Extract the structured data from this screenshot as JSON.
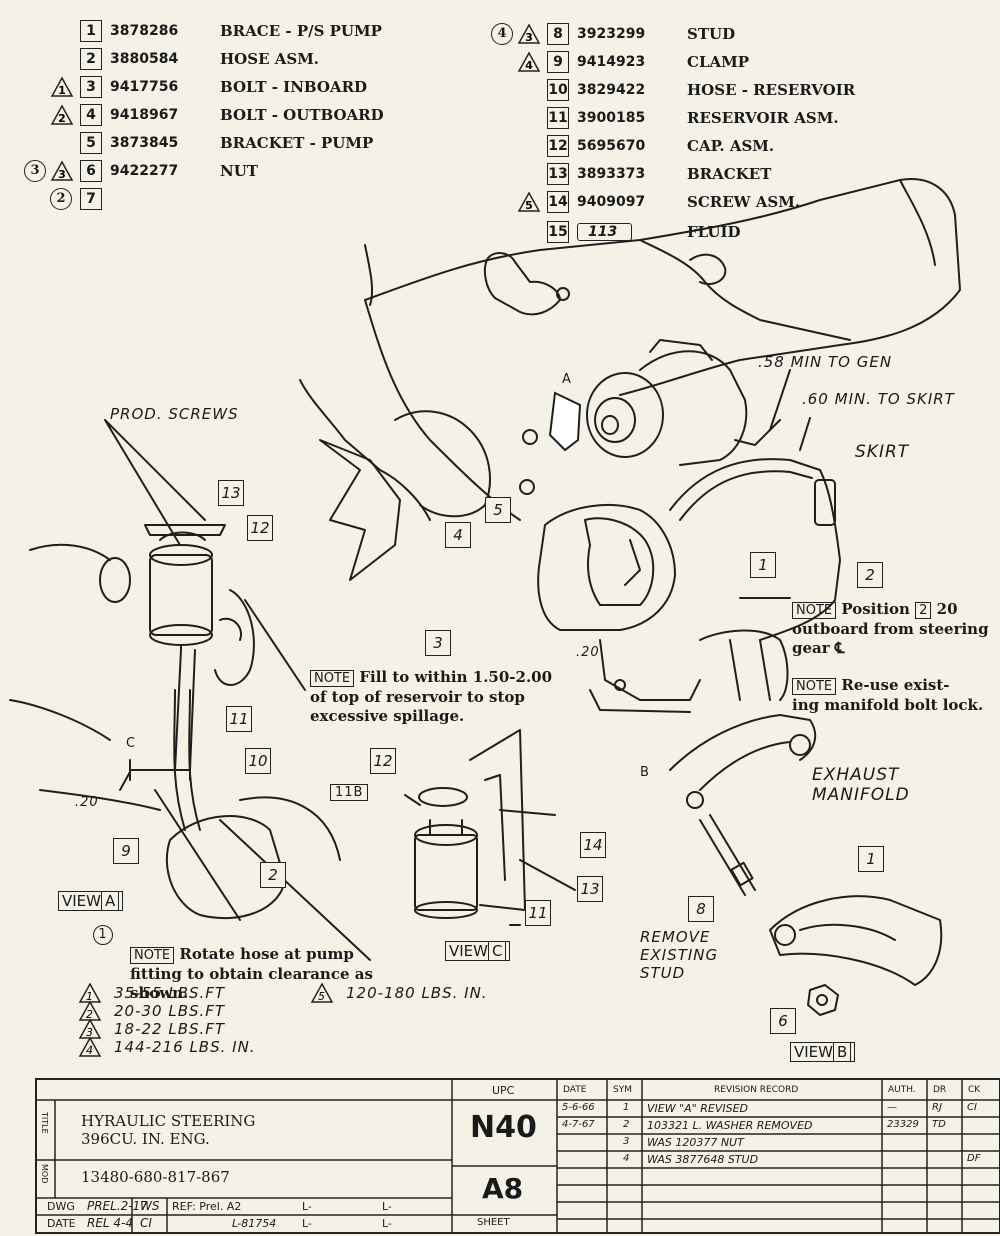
{
  "parts": [
    {
      "n": "1",
      "part": "3878286",
      "name": "BRACE - P/S PUMP",
      "marks": []
    },
    {
      "n": "2",
      "part": "3880584",
      "name": "HOSE ASM.",
      "marks": []
    },
    {
      "n": "3",
      "part": "9417756",
      "name": "BOLT - INBOARD",
      "marks": [
        "△1"
      ]
    },
    {
      "n": "4",
      "part": "9418967",
      "name": "BOLT - OUTBOARD",
      "marks": [
        "△2"
      ]
    },
    {
      "n": "5",
      "part": "3873845",
      "name": "BRACKET - PUMP",
      "marks": []
    },
    {
      "n": "6",
      "part": "9422277",
      "name": "NUT",
      "marks": [
        "③",
        "△3"
      ]
    },
    {
      "n": "7",
      "part": "",
      "name": "",
      "marks": [
        "②"
      ]
    },
    {
      "n": "8",
      "part": "3923299",
      "name": "STUD",
      "marks": [
        "④",
        "△3"
      ]
    },
    {
      "n": "9",
      "part": "9414923",
      "name": "CLAMP",
      "marks": [
        "△4"
      ]
    },
    {
      "n": "10",
      "part": "3829422",
      "name": "HOSE - RESERVOIR",
      "marks": []
    },
    {
      "n": "11",
      "part": "3900185",
      "name": "RESERVOIR ASM.",
      "marks": []
    },
    {
      "n": "12",
      "part": "5695670",
      "name": "CAP. ASM.",
      "marks": []
    },
    {
      "n": "13",
      "part": "3893373",
      "name": "BRACKET",
      "marks": []
    },
    {
      "n": "14",
      "part": "9409097",
      "name": "SCREW ASM.",
      "marks": [
        "△5"
      ]
    },
    {
      "n": "15",
      "part": "113",
      "name": "FLUID",
      "marks": []
    }
  ],
  "labels": {
    "prod_screws": "PROD. SCREWS",
    "min_gen": ".58 MIN TO GEN",
    "min_skirt": ".60 MIN. TO SKIRT",
    "skirt": "SKIRT",
    "exhaust": "EXHAUST",
    "manifold": "MANIFOLD",
    "remove1": "REMOVE",
    "remove2": "EXISTING",
    "remove3": "STUD",
    "dim_20a": ".20",
    "dim_20b": ".20",
    "view_a_marker": "A",
    "view_b_marker": "B",
    "view_c_marker": "C",
    "ref_11b": "11B",
    "circle_1": "1"
  },
  "notes": {
    "fill_label": "NOTE",
    "fill_line1": "Fill to within 1.50-2.00",
    "fill_line2": "of top of reservoir to stop",
    "fill_line3": "excessive spillage.",
    "position_label": "NOTE",
    "position_line1a": "Position",
    "position_ref": "2",
    "position_line1b": "20",
    "position_line2": "outboard from steering",
    "position_line3": "gear ℄",
    "reuse_label": "NOTE",
    "reuse_line1": "Re-use exist-",
    "reuse_line2": "ing manifold bolt lock.",
    "rotate_label": "NOTE",
    "rotate_line1": "Rotate hose at pump",
    "rotate_line2": "fitting to obtain clearance as",
    "rotate_line3": "shown."
  },
  "views": {
    "a": "VIEW",
    "a_letter": "A",
    "b": "VIEW",
    "b_letter": "B",
    "c": "VIEW",
    "c_letter": "C"
  },
  "torque": [
    {
      "mark": "1",
      "text": "35-55 LBS.FT"
    },
    {
      "mark": "2",
      "text": "20-30 LBS.FT"
    },
    {
      "mark": "3",
      "text": "18-22 LBS.FT"
    },
    {
      "mark": "4",
      "text": "144-216 LBS. IN."
    },
    {
      "mark": "5",
      "text": "120-180 LBS. IN."
    }
  ],
  "title_block": {
    "title_side": "TITLE",
    "mod_side": "MOD",
    "title1": "HYRAULIC STEERING",
    "title2": "396CU. IN. ENG.",
    "mod": "13480-680-817-867",
    "dwg_label": "DWG",
    "dwg_value": "PREL.2-17",
    "dwg_init": "WS",
    "date_label": "DATE",
    "date_value": "REL 4-4",
    "date_init": "CI",
    "ref": "REF: Prel. A2",
    "ref_l1": "L-",
    "ref_l2": "L-",
    "ref_l3": "L-81754",
    "ref_l4": "L-",
    "ref_l5": "L-",
    "upc_label": "UPC",
    "upc": "N40",
    "sheet": "A8",
    "sheet_label": "SHEET",
    "rev_headers": [
      "DATE",
      "SYM",
      "REVISION RECORD",
      "AUTH.",
      "DR",
      "CK"
    ],
    "revisions": [
      {
        "date": "5-6-66",
        "sym": "1",
        "record": "VIEW \"A\" REVISED",
        "auth": "—",
        "dr": "RJ",
        "ck": "CI"
      },
      {
        "date": "4-7-67",
        "sym": "2",
        "record": "103321 L. WASHER REMOVED",
        "auth": "23329",
        "dr": "TD",
        "ck": ""
      },
      {
        "date": "",
        "sym": "3",
        "record": "WAS 120377 NUT",
        "auth": "",
        "dr": "",
        "ck": ""
      },
      {
        "date": "",
        "sym": "4",
        "record": "WAS 3877648 STUD",
        "auth": "",
        "dr": "",
        "ck": "DF"
      }
    ]
  }
}
